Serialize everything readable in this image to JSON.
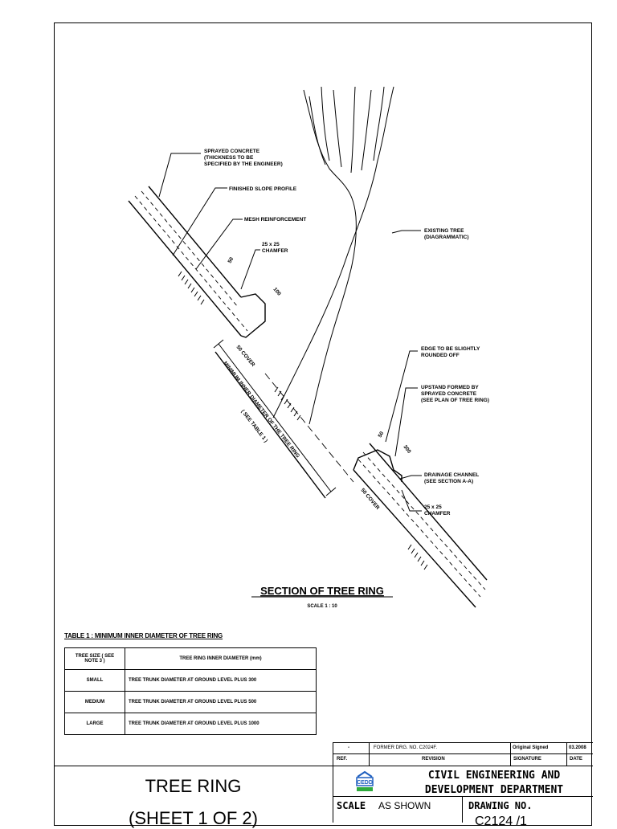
{
  "drawing": {
    "callouts": {
      "sprayed_concrete": [
        "SPRAYED CONCRETE",
        "(THICKNESS TO BE",
        "SPECIFIED BY THE ENGINEER)"
      ],
      "finished_slope": "FINISHED SLOPE PROFILE",
      "mesh": "MESH REINFORCEMENT",
      "chamfer_top": [
        "25 x 25",
        "CHAMFER"
      ],
      "existing_tree": [
        "EXISTING TREE",
        "(DIAGRAMMATIC)"
      ],
      "edge": [
        "EDGE TO BE SLIGHTLY",
        "ROUNDED OFF"
      ],
      "upstand": [
        "UPSTAND FORMED BY",
        "SPRAYED CONCRETE",
        "(SEE PLAN OF TREE RING)"
      ],
      "drainage": [
        "DRAINAGE CHANNEL",
        "(SEE SECTION A-A)"
      ],
      "chamfer_bottom": [
        "25 x 25",
        "CHAMFER"
      ]
    },
    "dimensions": {
      "d1": "50",
      "d2": "100",
      "cover_top": "50 COVER",
      "cover_bottom": "50 COVER",
      "d3": "50",
      "d4": "300",
      "min_diameter": "MINIMUM INNER DIAMETER OF THE TREE RING",
      "see_table": "( SEE TABLE 1 )"
    },
    "section_title": "SECTION OF TREE RING",
    "section_scale": "SCALE 1 : 10"
  },
  "table1": {
    "title": "TABLE 1 : MINIMUM INNER DIAMETER OF TREE RING",
    "headers": [
      "TREE SIZE ( SEE NOTE 3 )",
      "TREE RING INNER DIAMETER (mm)"
    ],
    "rows": [
      {
        "size": "SMALL",
        "desc": "TREE TRUNK DIAMETER AT GROUND LEVEL PLUS 300"
      },
      {
        "size": "MEDIUM",
        "desc": "TREE TRUNK DIAMETER AT GROUND LEVEL PLUS 500"
      },
      {
        "size": "LARGE",
        "desc": "TREE TRUNK DIAMETER AT GROUND LEVEL PLUS 1000"
      }
    ]
  },
  "title_block": {
    "title": "TREE RING",
    "sheet": "(SHEET 1 OF 2)",
    "rev_ref": "-",
    "rev_desc": "FORMER DRG. NO. C2024F.",
    "rev_sig": "Original Signed",
    "rev_date": "03.2008",
    "hdr_ref": "REF.",
    "hdr_rev": "REVISION",
    "hdr_sig": "SIGNATURE",
    "hdr_date": "DATE",
    "department": [
      "CIVIL ENGINEERING AND",
      "DEVELOPMENT DEPARTMENT"
    ],
    "logo_text": "CEDD",
    "scale_label": "SCALE",
    "scale_value": "AS SHOWN",
    "drawing_no_label": "DRAWING NO.",
    "drawing_no": "C2124 /1"
  }
}
